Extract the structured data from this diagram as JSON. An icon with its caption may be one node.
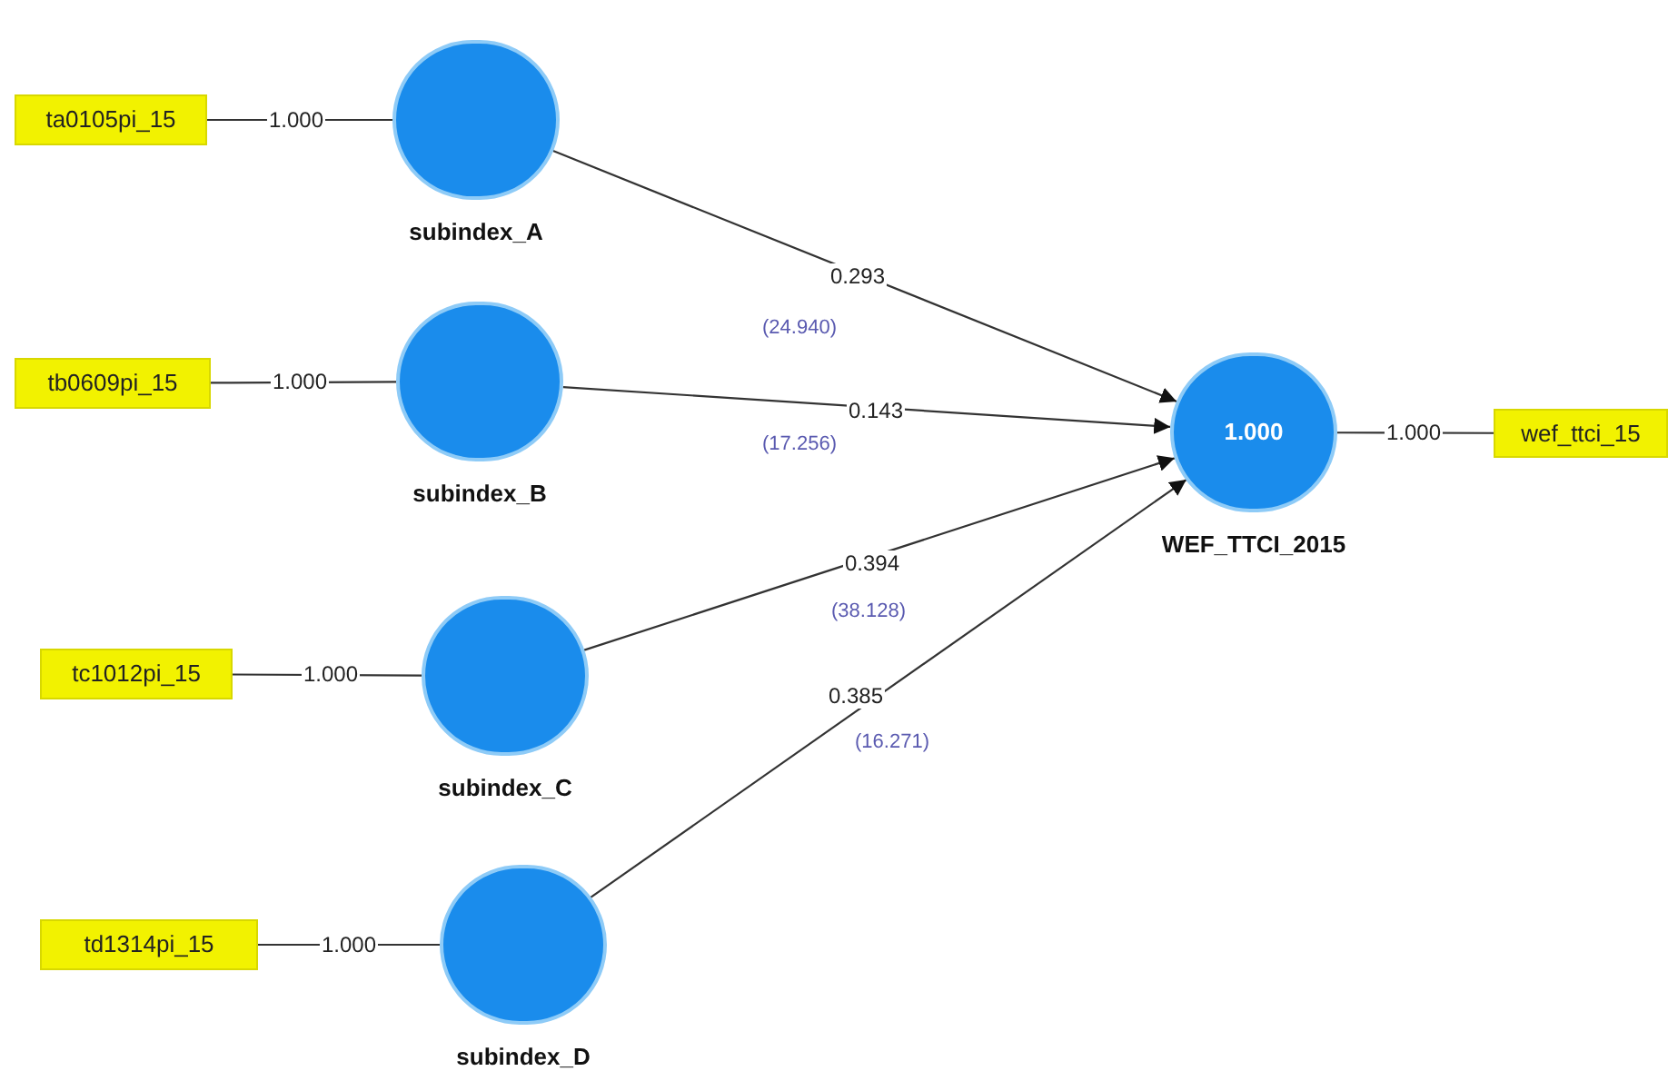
{
  "diagram": {
    "nodes": [
      {
        "text": [
          "ta0105pi_15"
        ]
      },
      {
        "text": [
          "subindex_A"
        ]
      },
      {
        "text": [
          "tb0609pi_15"
        ]
      },
      {
        "text": [
          "subindex_B"
        ]
      },
      {
        "text": [
          "tc1012pi_15"
        ]
      },
      {
        "text": [
          "subindex_C"
        ]
      },
      {
        "text": [
          "td1314pi_15"
        ]
      },
      {
        "text": [
          "subindex_D"
        ]
      },
      {
        "text": [
          "1.000",
          "WEF_TTCI_2015"
        ]
      },
      {
        "text": [
          "wef_ttci_15"
        ]
      }
    ],
    "edges": [
      {
        "from": 0,
        "to": 1,
        "arrow": "none",
        "label": "1.000"
      },
      {
        "from": 2,
        "to": 3,
        "arrow": "none",
        "label": "1.000"
      },
      {
        "from": 4,
        "to": 5,
        "arrow": "none",
        "label": "1.000"
      },
      {
        "from": 6,
        "to": 7,
        "arrow": "none",
        "label": "1.000"
      },
      {
        "from": 1,
        "to": 8,
        "arrow": "to",
        "label": "0.293"
      },
      {
        "from": 3,
        "to": 8,
        "arrow": "to",
        "label": "0.143"
      },
      {
        "from": 5,
        "to": 8,
        "arrow": "to",
        "label": "0.394"
      },
      {
        "from": 7,
        "to": 8,
        "arrow": "to",
        "label": "0.385"
      },
      {
        "from": 8,
        "to": 9,
        "arrow": "none",
        "label": "1.000"
      }
    ],
    "labels": [
      "(24.940)",
      "(17.256)",
      "(38.128)",
      "(16.271)"
    ]
  }
}
